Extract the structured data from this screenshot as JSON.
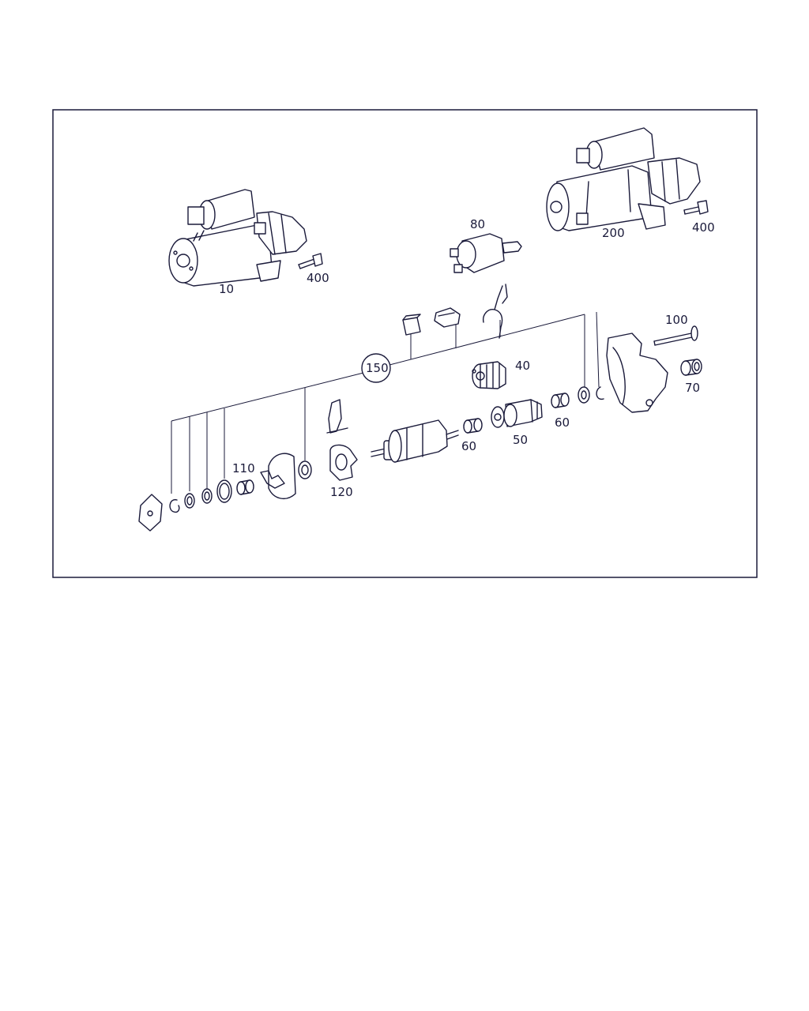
{
  "callouts": {
    "c10": "10",
    "c400a": "400",
    "c80": "80",
    "c200": "200",
    "c400b": "400",
    "c100": "100",
    "c150": "150",
    "c40": "40",
    "c70": "70",
    "c60a": "60",
    "c60b": "60",
    "c50": "50",
    "c110": "110",
    "c120": "120"
  }
}
